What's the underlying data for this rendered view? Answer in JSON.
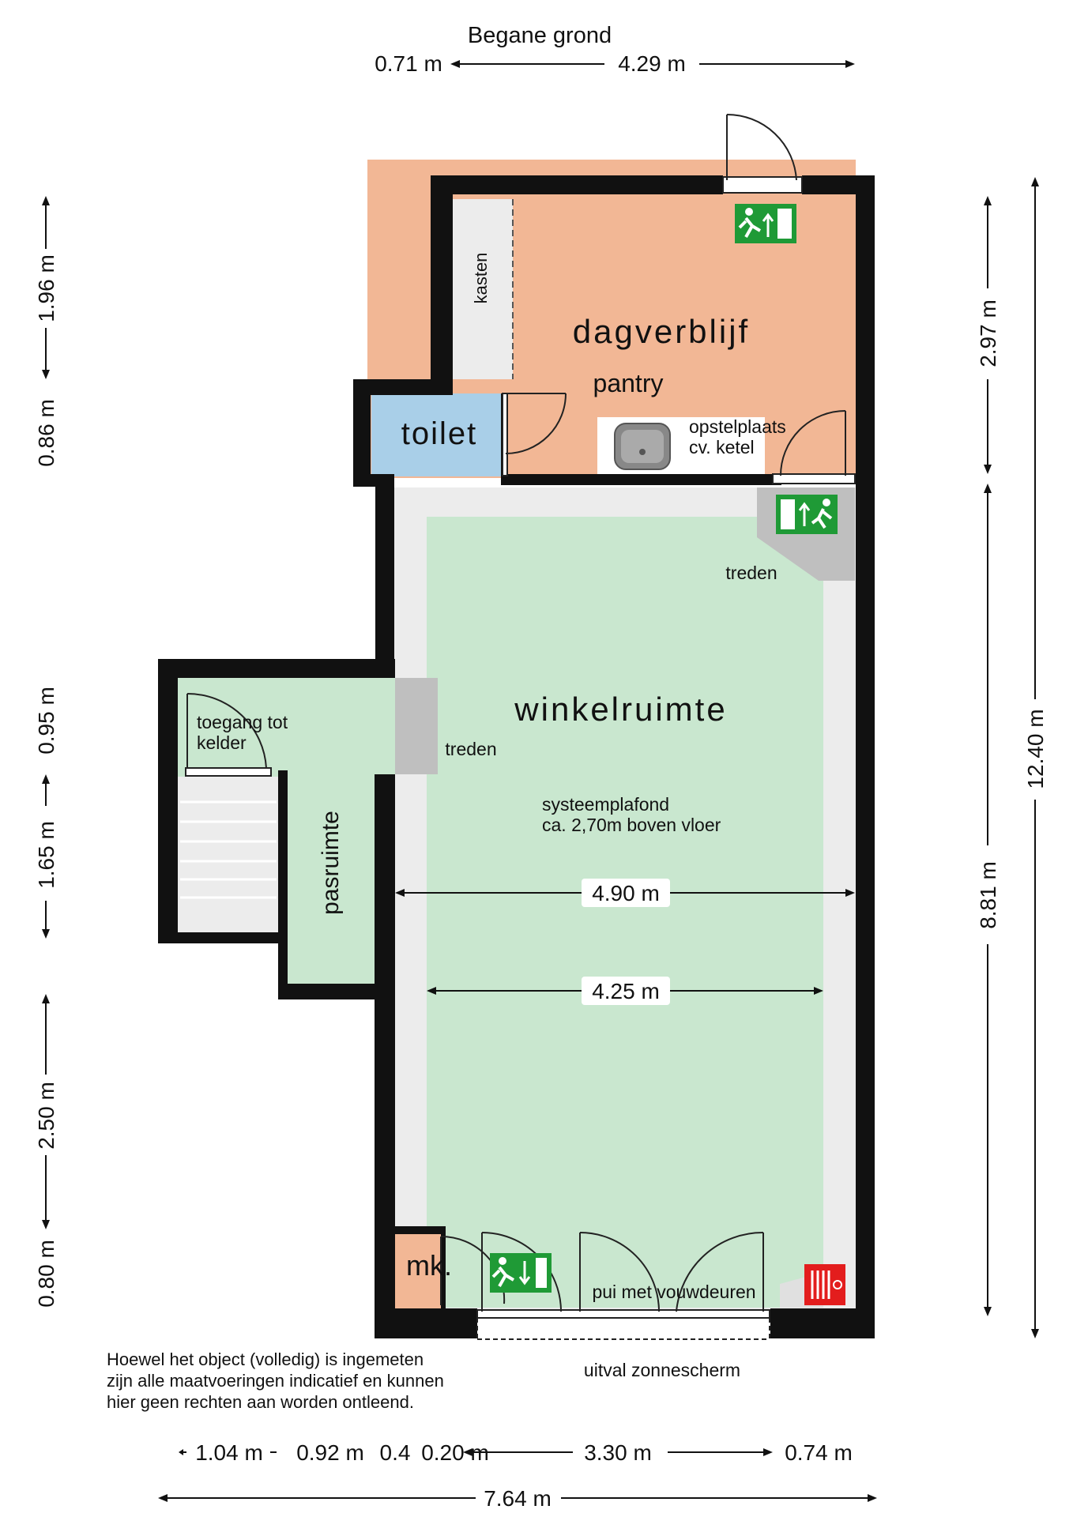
{
  "title": "Begane grond",
  "rooms": {
    "dagverblijf": "dagverblijf",
    "pantry": "pantry",
    "kasten": "kasten",
    "toilet": "toilet",
    "opstelplaats_line1": "opstelplaats",
    "opstelplaats_line2": "cv. ketel",
    "treden_top": "treden",
    "treden_left": "treden",
    "winkelruimte": "winkelruimte",
    "systeem_line1": "systeemplafond",
    "systeem_line2": "ca. 2,70m boven vloer",
    "toegang_line1": "toegang tot",
    "toegang_line2": "kelder",
    "pasruimte": "pasruimte",
    "mk": "mk.",
    "pui": "pui met vouwdeuren",
    "uitval": "uitval zonnescherm"
  },
  "disclaimer": [
    "Hoewel het object (volledig) is ingemeten",
    "zijn alle maatvoeringen indicatief en kunnen",
    "hier geen rechten aan worden ontleend."
  ],
  "dimensions": {
    "top_left": "0.71 m",
    "top_main": "4.29 m",
    "left_1": "1.96 m",
    "left_2": "0.86 m",
    "left_3": "0.95 m",
    "left_4": "1.65 m",
    "left_5": "2.50 m",
    "left_6": "0.80 m",
    "right_1": "2.97 m",
    "right_2": "8.81 m",
    "right_total": "12.40 m",
    "inner_1": "4.90 m",
    "inner_2": "4.25 m",
    "bottom_1": "1.04 m",
    "bottom_2": "0.92 m",
    "bottom_3": "0.4",
    "bottom_4": "0.20 m",
    "bottom_5": "3.30 m",
    "bottom_6": "0.74 m",
    "bottom_total": "7.64 m"
  },
  "colors": {
    "wall": "#111111",
    "dagverblijf": "#f2b795",
    "winkelruimte": "#c9e7cf",
    "toilet": "#a9cfe8",
    "mk": "#f2b795",
    "light_gray": "#ececec",
    "exit_sign": "#1f9a36",
    "fire_hose": "#e31d1d"
  },
  "icons": [
    "exit-sign-icon",
    "fire-hose-icon",
    "sink-icon"
  ]
}
